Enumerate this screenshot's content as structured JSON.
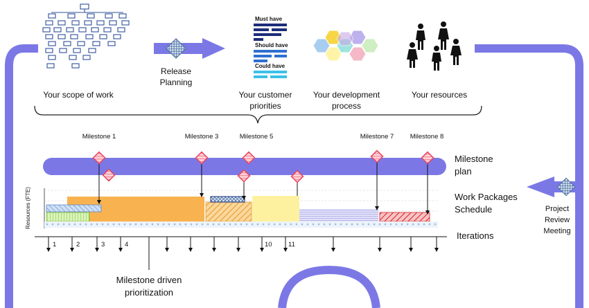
{
  "inputs": {
    "scope": "Your scope of work",
    "release": [
      "Release",
      "Planning"
    ],
    "priorities": [
      "Your customer",
      "priorities"
    ],
    "process": [
      "Your development",
      "process"
    ],
    "resources": "Your resources"
  },
  "priority_doc": {
    "must": "Must have",
    "should": "Should have",
    "could": "Could have"
  },
  "milestones": {
    "top": [
      "Milestone 1",
      "Milestone 3",
      "Milestone 5",
      "Milestone 7",
      "Milestone 8"
    ],
    "plan_label": [
      "Milestone",
      "plan"
    ]
  },
  "schedule": {
    "y_axis": "Resources (FTE)",
    "label": [
      "Work Packages",
      "Schedule"
    ]
  },
  "iterations": {
    "label": "Iterations",
    "numbers": [
      "1",
      "2",
      "3",
      "4",
      "10",
      "11"
    ]
  },
  "review": [
    "Project",
    "Review",
    "Meeting"
  ],
  "prioritization": [
    "Milestone driven",
    "prioritization"
  ],
  "colors": {
    "loop": "#7b78e6",
    "plan_bar": "#7b78e6",
    "diamond": "#e8455e",
    "pkg_orange": "#f8b24f",
    "pkg_yellow": "#fdf1a0",
    "pkg_blue": "#a9c4e8",
    "pkg_green": "#c9ef9a",
    "pkg_red": "#e0313b",
    "pkg_lilac": "#b8b8ee"
  }
}
